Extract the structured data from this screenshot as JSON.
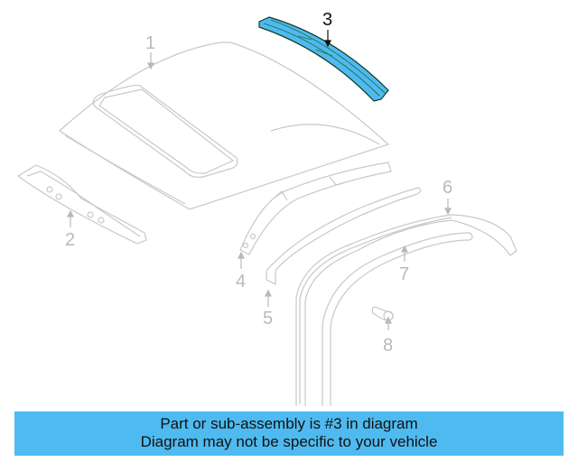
{
  "diagram": {
    "highlight_color": "#4fbaf0",
    "line_color": "#c8c8c8",
    "callouts": [
      {
        "number": "1",
        "part": "roof-panel"
      },
      {
        "number": "2",
        "part": "roof-bow-front"
      },
      {
        "number": "3",
        "part": "roof-rail-highlighted"
      },
      {
        "number": "4",
        "part": "pillar-reinforcement"
      },
      {
        "number": "5",
        "part": "roof-molding"
      },
      {
        "number": "6",
        "part": "drip-channel-outer"
      },
      {
        "number": "7",
        "part": "drip-channel-inner"
      },
      {
        "number": "8",
        "part": "clip"
      }
    ],
    "selected_callout": "3"
  },
  "banner": {
    "line1": "Part or sub-assembly is #3 in diagram",
    "line2": "Diagram may not be specific to your vehicle",
    "background": "#4fbaf0"
  }
}
